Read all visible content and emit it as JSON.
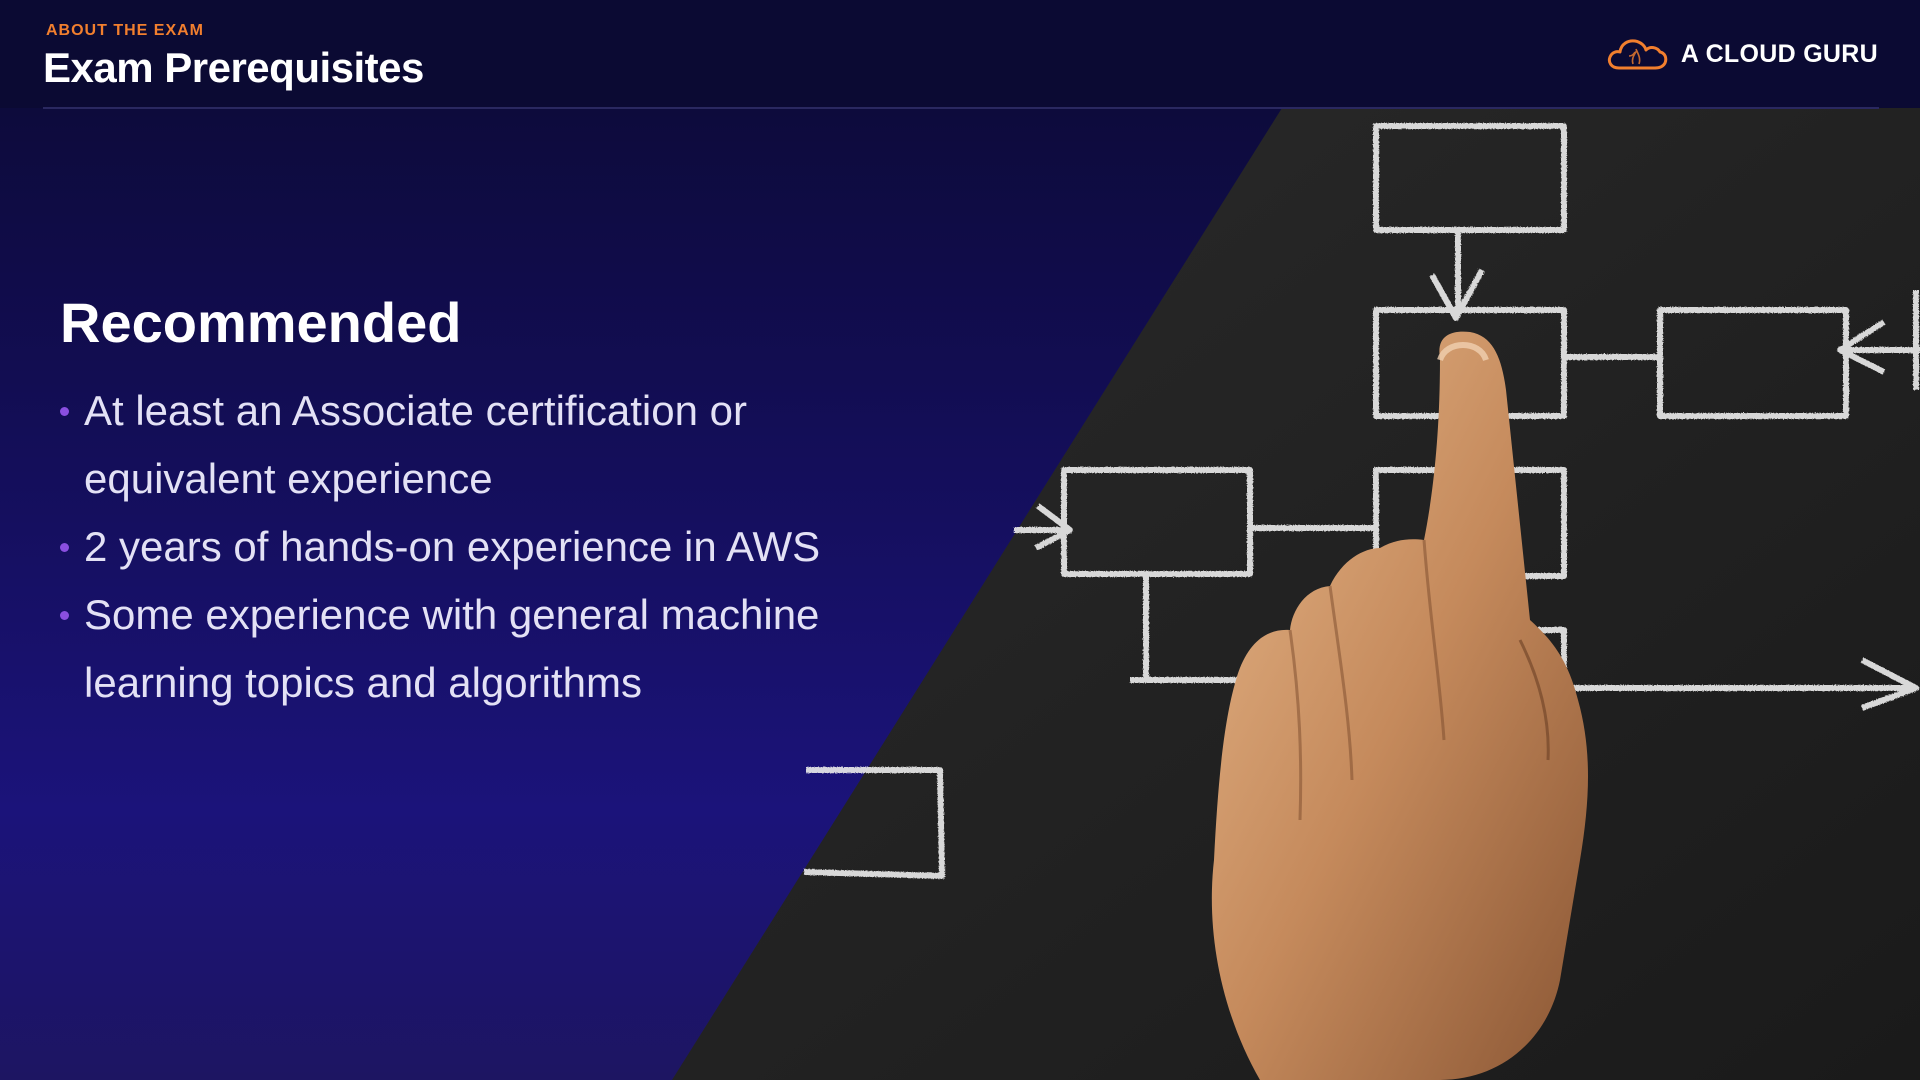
{
  "header": {
    "eyebrow": "ABOUT THE EXAM",
    "title": "Exam Prerequisites",
    "logo_text": "A CLOUD GURU",
    "logo_icon": "cloud-icon"
  },
  "main": {
    "heading": "Recommended",
    "bullets": [
      {
        "text": "At least an Associate certification or equivalent experience"
      },
      {
        "text": "2 years of hands-on experience in AWS"
      },
      {
        "text": "Some experience with general machine learning topics and algorithms"
      }
    ]
  },
  "image": {
    "description_icon": "flowchart-hand-photo"
  },
  "colors": {
    "accent_orange": "#f27f2e",
    "bullet_purple": "#8a4fe0",
    "background_navy": "#0b0a33"
  }
}
